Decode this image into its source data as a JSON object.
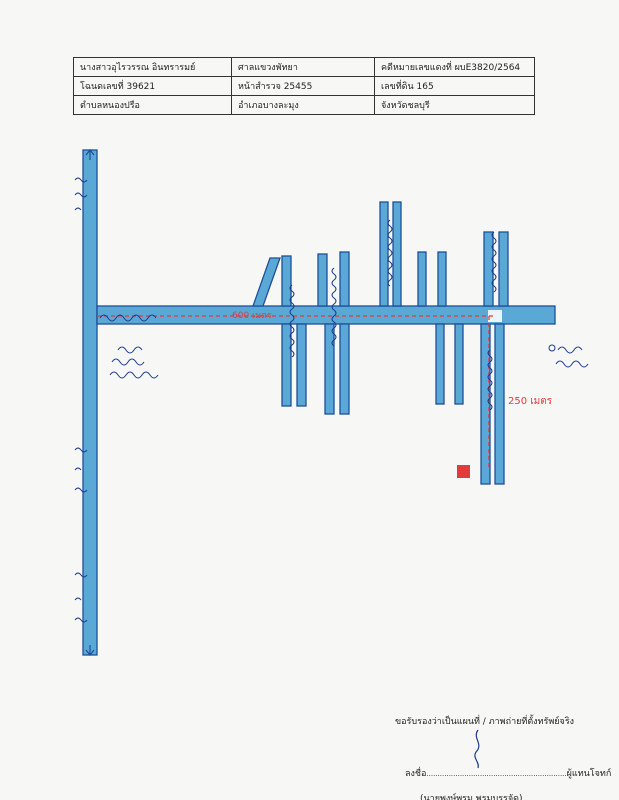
{
  "header": {
    "row1": [
      "นางสาวอุไรวรรณ อินทรารมย์",
      "ศาลแขวงพัทยา",
      "คดีหมายเลขแดงที่ ผบE3820/2564"
    ],
    "row2": [
      "โฉนดเลขที่   39621",
      "หน้าสำรวจ  25455",
      "เลขที่ดิน   165"
    ],
    "row3": [
      "ตำบลหนองปรือ",
      "อำเภอบางละมุง",
      "จังหวัดชลบุรี"
    ]
  },
  "map": {
    "distance_west": "600 เมตร",
    "distance_south": "250 เมตร",
    "colors": {
      "road_fill": "#5aa8d6",
      "road_edge": "#1e4f9a",
      "route": "#e23b3b",
      "property": "#e23b3b"
    }
  },
  "certification": {
    "statement": "ขอรับรองว่าเป็นแผนที่ / ภาพถ่ายที่ตั้งทรัพย์จริง",
    "sign_label": "ลงชื่อ",
    "sign_dots": "...............................................................",
    "role": "ผู้แทนโจทก์",
    "name_partial": "(นายพงษ์พรม พรมบรรจัด)"
  }
}
